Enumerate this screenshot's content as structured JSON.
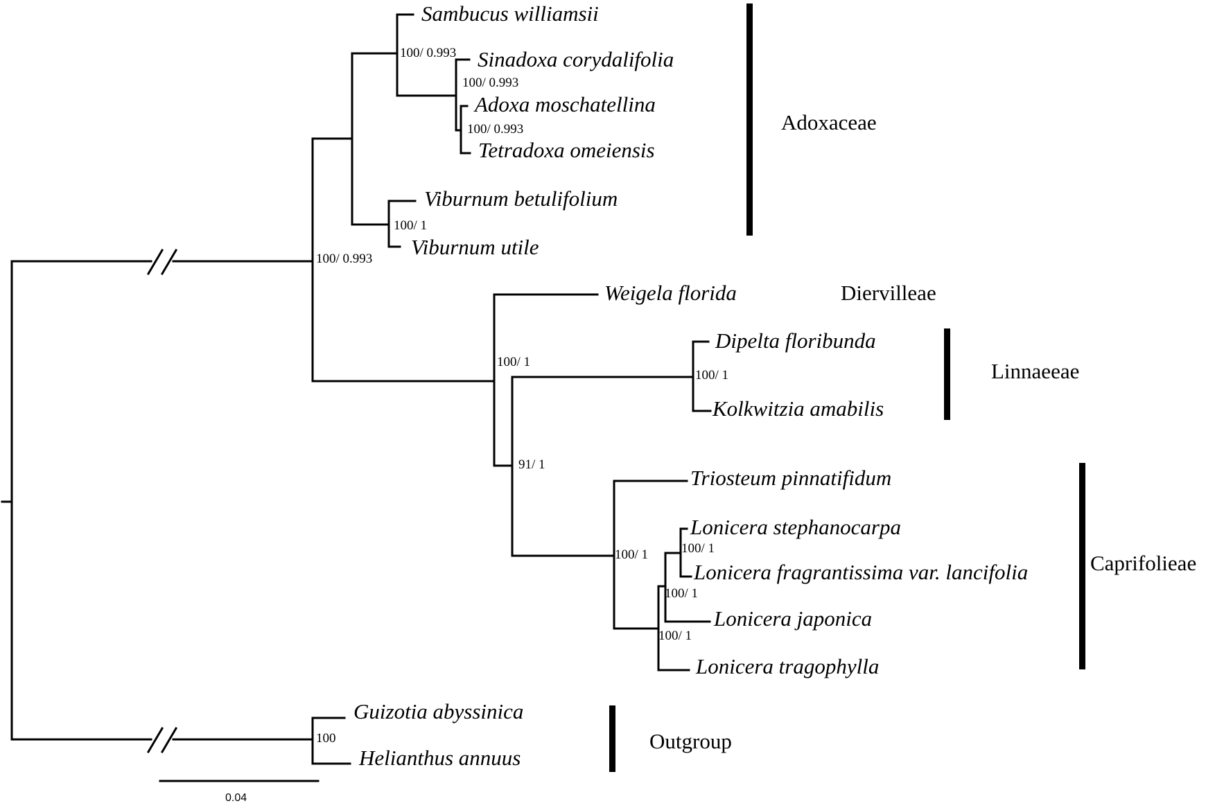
{
  "taxa": [
    "Sambucus williamsii",
    "Sinadoxa corydalifolia",
    "Adoxa moschatellina",
    "Tetradoxa omeiensis",
    "Viburnum betulifolium",
    "Viburnum utile",
    "Weigela florida",
    "Dipelta floribunda",
    "Kolkwitzia amabilis",
    "Triosteum pinnatifidum",
    "Lonicera stephanocarpa",
    "Lonicera fragrantissima var. lancifolia",
    "Lonicera japonica",
    "Lonicera tragophylla",
    "Guizotia abyssinica",
    "Helianthus annuus"
  ],
  "support": [
    "100/ 0.993",
    "100/ 0.993",
    "100/ 0.993",
    "100/ 1",
    "100/ 0.993",
    "100/ 1",
    "100/ 1",
    "91/ 1",
    "100/ 1",
    "100/ 1",
    "100/ 1",
    "100/ 1",
    "100"
  ],
  "groups": [
    "Adoxaceae",
    "Diervilleae",
    "Linnaeeae",
    "Caprifolieae",
    "Outgroup"
  ],
  "scale_bar": {
    "label": "0.04"
  }
}
